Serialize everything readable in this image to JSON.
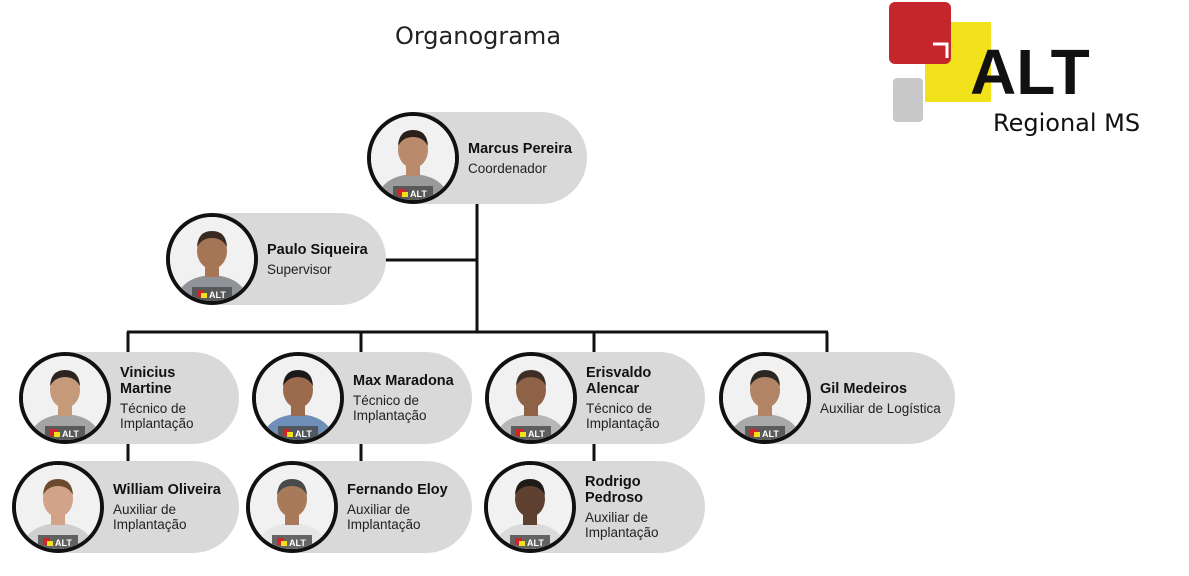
{
  "title": "Organograma",
  "logo": {
    "brand": "ALT",
    "region": "Regional MS",
    "colors": {
      "red": "#c5262c",
      "yellow": "#f2e21b",
      "gray": "#c8c8c8",
      "black": "#111111"
    }
  },
  "card_color": "#d9d9d9",
  "badge_text": "ALT",
  "people": {
    "marcus": {
      "name": "Marcus Pereira",
      "role": "Coordenador"
    },
    "paulo": {
      "name": "Paulo Siqueira",
      "role": "Supervisor"
    },
    "vinicius": {
      "name": "Vinicius Martine",
      "role": "Técnico de Implantação"
    },
    "max": {
      "name": "Max Maradona",
      "role": "Técnico de Implantação"
    },
    "erisvaldo": {
      "name": "Erisvaldo Alencar",
      "role": "Técnico de Implantação"
    },
    "gil": {
      "name": "Gil Medeiros",
      "role": "Auxiliar de Logística"
    },
    "william": {
      "name": "William Oliveira",
      "role": "Auxiliar de Implantação"
    },
    "fernando": {
      "name": "Fernando Eloy",
      "role": "Auxiliar de Implantação"
    },
    "rodrigo": {
      "name": "Rodrigo Pedroso",
      "role": "Auxiliar de Implantação"
    }
  }
}
